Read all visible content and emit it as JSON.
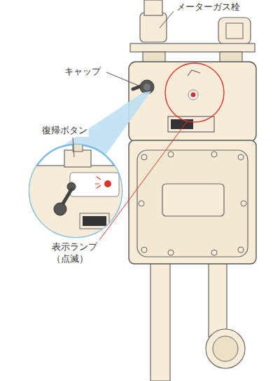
{
  "diagram": {
    "labels": [
      "メーターガス栓",
      "キャップ",
      "復帰ボタン",
      "表示ランプ （点滅）"
    ]
  }
}
